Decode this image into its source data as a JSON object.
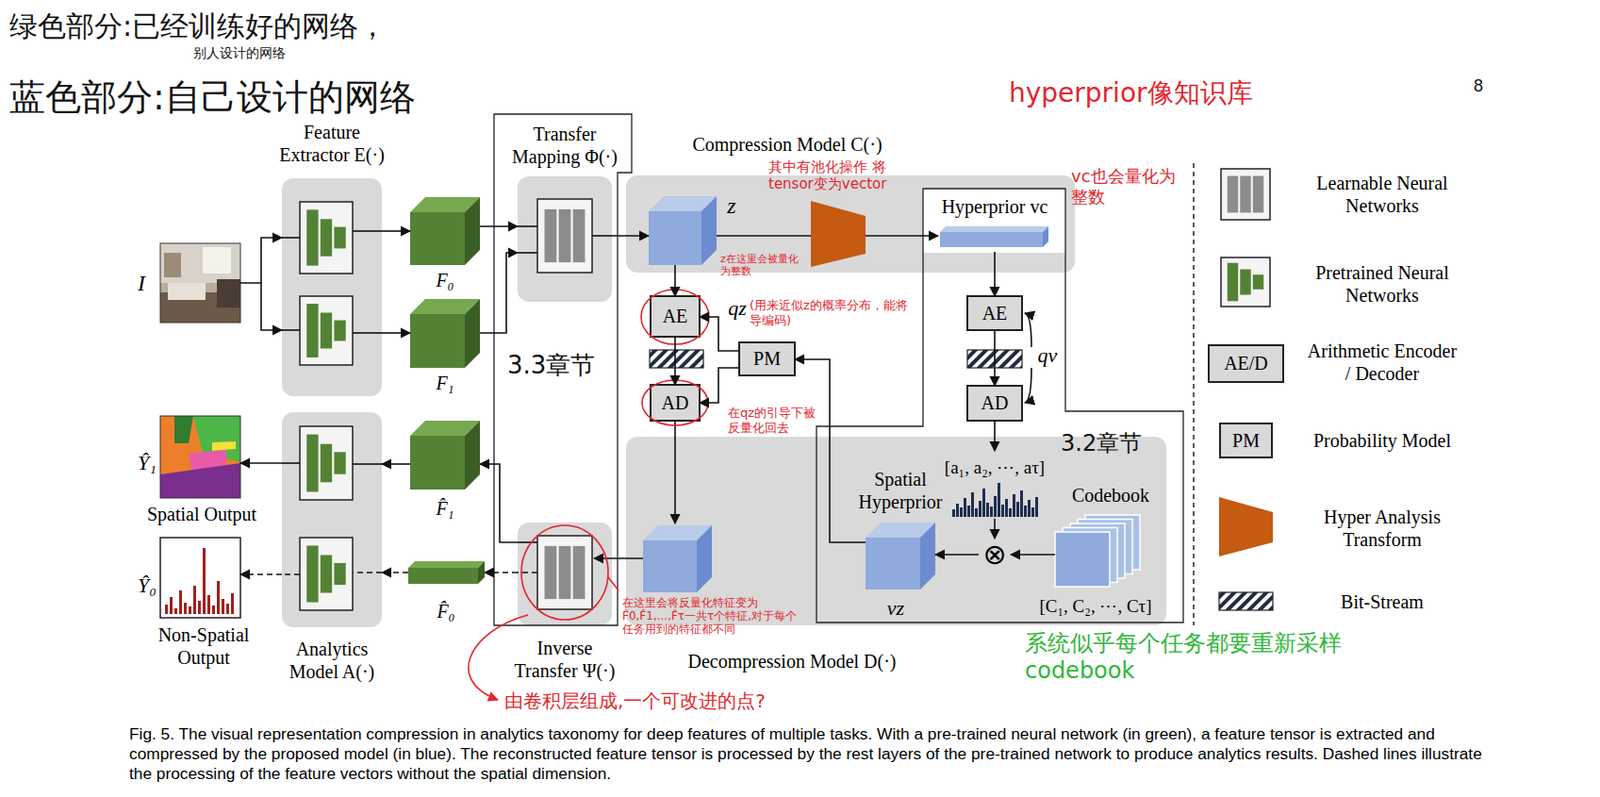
{
  "diagram": {
    "caption": "Fig. 5. The visual representation compression in analytics taxonomy for deep features of multiple tasks. With a pre-trained neural network (in green), a feature tensor is extracted and compressed by the proposed model (in blue). The reconstructed feature tensor is processed by the rest layers of the pre-trained network to produce analytics results. Dashed lines illustrate the processing of the feature vectors without the spatial dimension.",
    "nodes": [
      {
        "text": [
          "I"
        ]
      },
      {
        "text": [
          "Feature Extractor E(·)"
        ]
      },
      {
        "text": [
          "F₀"
        ]
      },
      {
        "text": [
          "F₁"
        ]
      },
      {
        "text": [
          "Transfer Mapping Φ(·)"
        ]
      },
      {
        "text": [
          "Compression Model C(·)"
        ]
      },
      {
        "text": [
          "z"
        ],
        "in": 5
      },
      {
        "text": [
          "Hyperprior vc"
        ],
        "in": 5
      },
      {
        "text": [
          "AE"
        ]
      },
      {
        "text": [
          "AD"
        ]
      },
      {
        "text": [
          "PM"
        ]
      },
      {
        "text": [
          "AE"
        ]
      },
      {
        "text": [
          "AD"
        ]
      },
      {
        "text": [
          "Decompression Model D(·)"
        ]
      },
      {
        "text": [
          "[a₁, a₂, ⋯, aτ]"
        ],
        "in": 13
      },
      {
        "text": [
          "Codebook",
          "[C₁, C₂, ⋯, Cτ]"
        ],
        "in": 13
      },
      {
        "text": [
          "Spatial Hyperprior",
          "vz"
        ],
        "in": 13
      },
      {
        "text": [
          "⊗"
        ],
        "in": 13
      },
      {
        "text": [
          "Inverse Transfer Ψ(·)"
        ]
      },
      {
        "text": [
          "F̂₁"
        ]
      },
      {
        "text": [
          "F̂₀"
        ]
      },
      {
        "text": [
          "Analytics Model A(·)"
        ]
      },
      {
        "text": [
          "Ŷ₁",
          "Spatial Output"
        ]
      },
      {
        "text": [
          "Ŷ₀",
          "Non-Spatial Output"
        ]
      }
    ],
    "edges": [
      {
        "from": 0,
        "to": 1,
        "arrow": "to"
      },
      {
        "from": 1,
        "to": 2,
        "arrow": "to"
      },
      {
        "from": 1,
        "to": 3,
        "arrow": "to"
      },
      {
        "from": 2,
        "to": 4,
        "arrow": "to"
      },
      {
        "from": 3,
        "to": 4,
        "arrow": "to"
      },
      {
        "from": 4,
        "to": 6,
        "arrow": "to"
      },
      {
        "from": 6,
        "to": 8,
        "arrow": "to"
      },
      {
        "from": 8,
        "to": 9,
        "arrow": "to"
      },
      {
        "from": 10,
        "to": 8,
        "arrow": "to"
      },
      {
        "from": 10,
        "to": 9,
        "arrow": "to"
      },
      {
        "from": 7,
        "to": 11,
        "arrow": "to"
      },
      {
        "from": 11,
        "to": 12,
        "arrow": "to"
      },
      {
        "from": 12,
        "to": 14,
        "arrow": "to"
      },
      {
        "from": 14,
        "to": 17,
        "arrow": "to"
      },
      {
        "from": 15,
        "to": 17,
        "arrow": "to"
      },
      {
        "from": 17,
        "to": 16,
        "arrow": "to"
      },
      {
        "from": 16,
        "to": 10,
        "arrow": "to"
      },
      {
        "from": 18,
        "to": 19,
        "arrow": "to"
      },
      {
        "from": 18,
        "to": 20,
        "arrow": "to"
      },
      {
        "from": 19,
        "to": 21,
        "arrow": "to"
      },
      {
        "from": 20,
        "to": 21,
        "arrow": "to"
      },
      {
        "from": 21,
        "to": 22,
        "arrow": "to"
      },
      {
        "from": 21,
        "to": 23,
        "arrow": "to"
      }
    ],
    "labels": [
      "绿色部分:已经训练好的网络，",
      "别人设计的网络",
      "蓝色部分:自己设计的网络",
      "hyperprior像知识库",
      "8",
      "其中有池化操作 将tensor变为vector",
      "vc也会量化为整数",
      "z在这里会被量化为整数",
      "qz",
      "(用来近似z的概率分布，能将导编码)",
      "qv",
      "3.3章节",
      "在qz的引导下被反量化回去",
      "3.2章节",
      "在这里会将反量化特征变为F̂0,F̂1,...,F̂τ一共τ个特征,对于每个任务用到的特征都不同",
      "由卷积层组成,一个可改进的点?",
      "系统似乎每个任务都要重新采样codebook",
      "AE/D",
      "PM"
    ],
    "legend": [
      {
        "text": "Learnable Neural Networks"
      },
      {
        "text": "Pretrained Neural Networks"
      },
      {
        "text": "Arithmetic Encoder / Decoder"
      },
      {
        "text": "Probability Model"
      },
      {
        "text": "Hyper Analysis Transform"
      },
      {
        "text": "Bit-Stream"
      }
    ]
  }
}
